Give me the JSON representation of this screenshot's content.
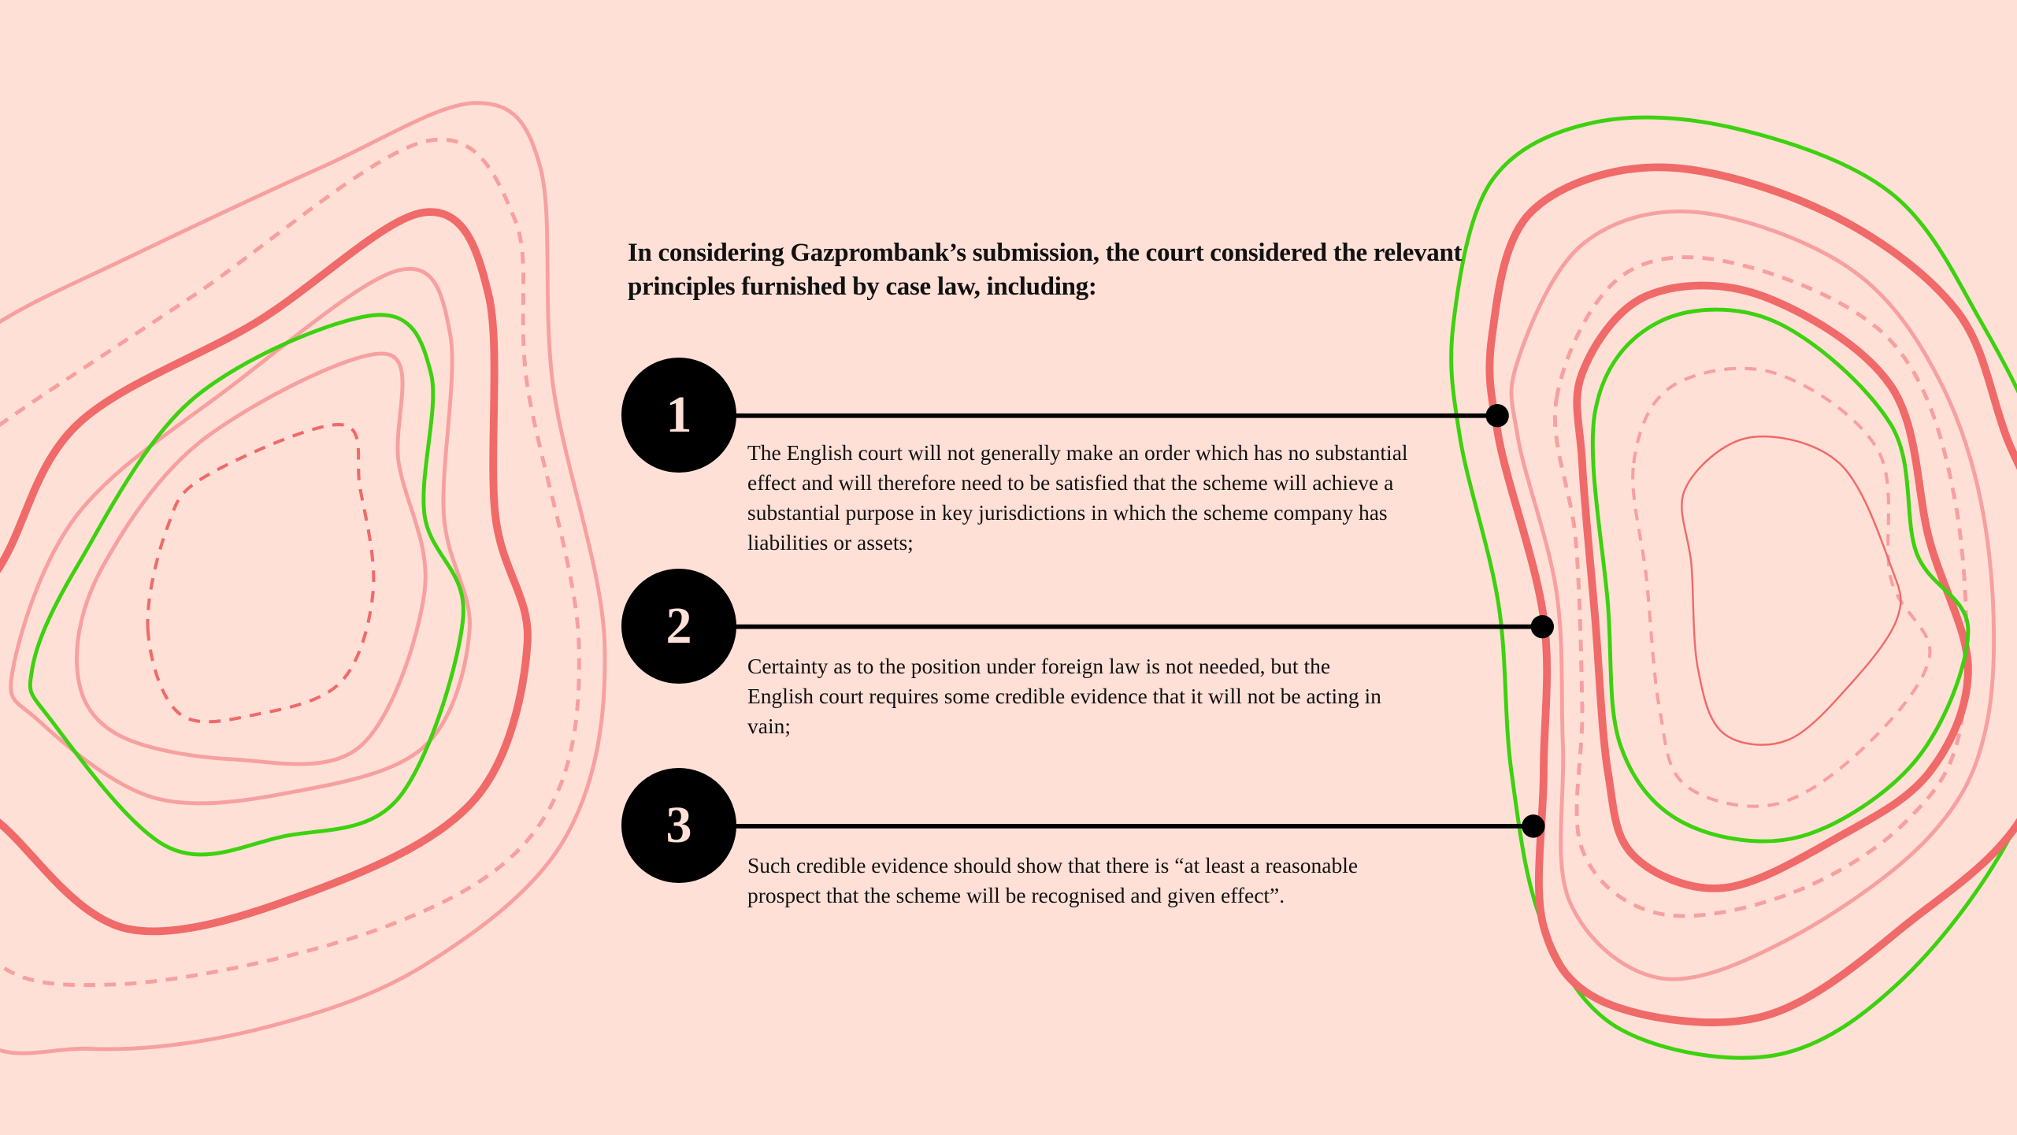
{
  "heading": "In considering Gazprombank’s submission, the court considered the relevant principles furnished by case law, including:",
  "principles": [
    {
      "number": "1",
      "text": "The English court will not generally make an order which has no substantial effect and will therefore need to be satisfied that the scheme will achieve a substantial purpose in key jurisdictions in which the scheme company has liabilities or assets;"
    },
    {
      "number": "2",
      "text": "Certainty as to the position under foreign law is not needed, but the English court requires some credible evidence that it will not be acting in vain;"
    },
    {
      "number": "3",
      "text": "Such credible evidence should show that there is “at least a reasonable prospect that the scheme will be recognised and given effect”."
    }
  ],
  "colors": {
    "background": "#FFE0D7",
    "red": "#F06A6A",
    "pink": "#F7A0A0",
    "green": "#3DD10F",
    "ink": "#000000"
  }
}
